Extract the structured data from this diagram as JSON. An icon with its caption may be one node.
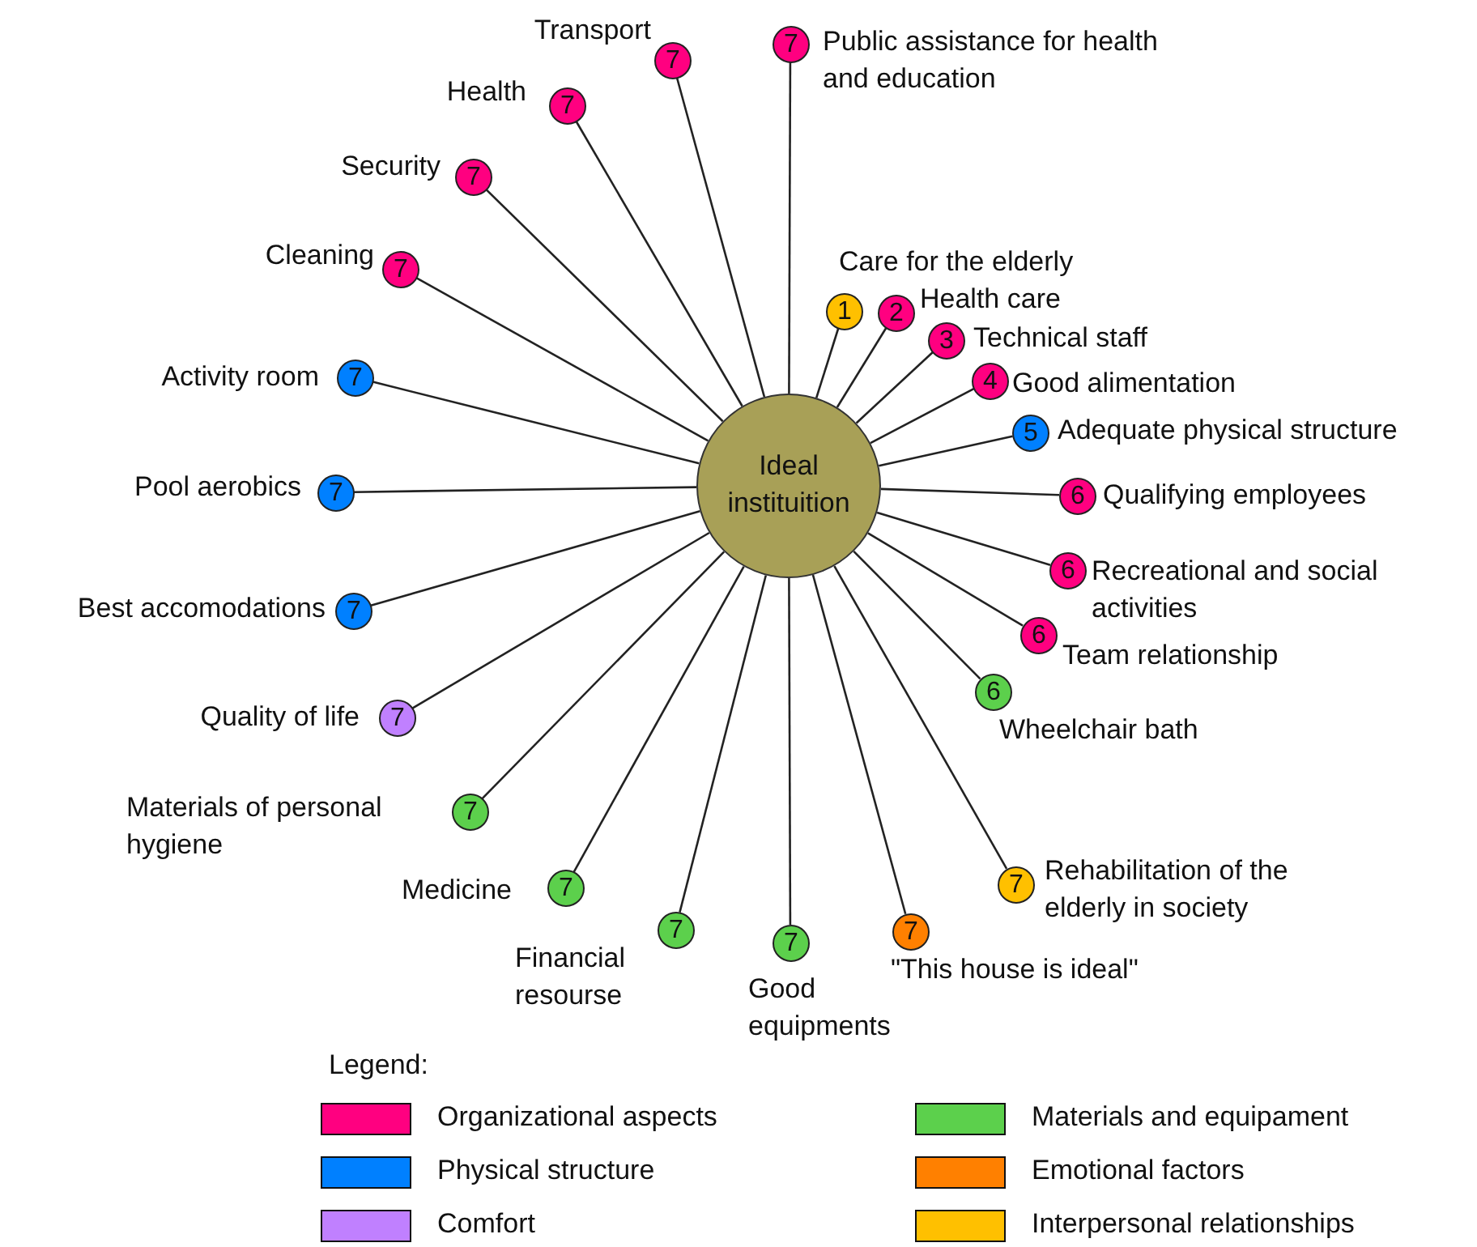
{
  "diagram": {
    "nodes": [
      {
        "text": [
          "Ideal instituition"
        ]
      },
      {
        "text": [
          "7"
        ],
        "beside": [
          "Transport"
        ]
      },
      {
        "text": [
          "7"
        ],
        "beside": [
          "Public assistance for health and education"
        ]
      },
      {
        "text": [
          "1"
        ],
        "beside": [
          "Care for the elderly"
        ]
      },
      {
        "text": [
          "2"
        ],
        "beside": [
          "Health care"
        ]
      },
      {
        "text": [
          "3"
        ],
        "beside": [
          "Technical staff"
        ]
      },
      {
        "text": [
          "4"
        ],
        "beside": [
          "Good alimentation"
        ]
      },
      {
        "text": [
          "5"
        ],
        "beside": [
          "Adequate physical structure"
        ]
      },
      {
        "text": [
          "6"
        ],
        "beside": [
          "Qualifying employees"
        ]
      },
      {
        "text": [
          "6"
        ],
        "beside": [
          "Recreational and social activities"
        ]
      },
      {
        "text": [
          "6"
        ],
        "beside": [
          "Team relationship"
        ]
      },
      {
        "text": [
          "6"
        ],
        "beside": [
          "Wheelchair bath"
        ]
      },
      {
        "text": [
          "7"
        ],
        "beside": [
          "Rehabilitation of the elderly in society"
        ]
      },
      {
        "text": [
          "7"
        ],
        "beside": [
          "\"This house is ideal\""
        ]
      },
      {
        "text": [
          "7"
        ],
        "beside": [
          "Good equipments"
        ]
      },
      {
        "text": [
          "7"
        ],
        "beside": [
          "Financial resourse"
        ]
      },
      {
        "text": [
          "7"
        ],
        "beside": [
          "Medicine"
        ]
      },
      {
        "text": [
          "7"
        ],
        "beside": [
          "Materials of personal hygiene"
        ]
      },
      {
        "text": [
          "7"
        ],
        "beside": [
          "Quality of life"
        ]
      },
      {
        "text": [
          "7"
        ],
        "beside": [
          "Best accomodations"
        ]
      },
      {
        "text": [
          "7"
        ],
        "beside": [
          "Pool aerobics"
        ]
      },
      {
        "text": [
          "7"
        ],
        "beside": [
          "Activity room"
        ]
      },
      {
        "text": [
          "7"
        ],
        "beside": [
          "Cleaning"
        ]
      },
      {
        "text": [
          "7"
        ],
        "beside": [
          "Security"
        ]
      },
      {
        "text": [
          "7"
        ],
        "beside": [
          "Health"
        ]
      }
    ],
    "edges": [
      {
        "from": 0,
        "to": 1,
        "arrow": "none"
      },
      {
        "from": 0,
        "to": 2,
        "arrow": "none"
      },
      {
        "from": 0,
        "to": 3,
        "arrow": "none"
      },
      {
        "from": 0,
        "to": 4,
        "arrow": "none"
      },
      {
        "from": 0,
        "to": 5,
        "arrow": "none"
      },
      {
        "from": 0,
        "to": 6,
        "arrow": "none"
      },
      {
        "from": 0,
        "to": 7,
        "arrow": "none"
      },
      {
        "from": 0,
        "to": 8,
        "arrow": "none"
      },
      {
        "from": 0,
        "to": 9,
        "arrow": "none"
      },
      {
        "from": 0,
        "to": 10,
        "arrow": "none"
      },
      {
        "from": 0,
        "to": 11,
        "arrow": "none"
      },
      {
        "from": 0,
        "to": 12,
        "arrow": "none"
      },
      {
        "from": 0,
        "to": 13,
        "arrow": "none"
      },
      {
        "from": 0,
        "to": 14,
        "arrow": "none"
      },
      {
        "from": 0,
        "to": 15,
        "arrow": "none"
      },
      {
        "from": 0,
        "to": 16,
        "arrow": "none"
      },
      {
        "from": 0,
        "to": 17,
        "arrow": "none"
      },
      {
        "from": 0,
        "to": 18,
        "arrow": "none"
      },
      {
        "from": 0,
        "to": 19,
        "arrow": "none"
      },
      {
        "from": 0,
        "to": 20,
        "arrow": "none"
      },
      {
        "from": 0,
        "to": 21,
        "arrow": "none"
      },
      {
        "from": 0,
        "to": 22,
        "arrow": "none"
      },
      {
        "from": 0,
        "to": 23,
        "arrow": "none"
      },
      {
        "from": 0,
        "to": 24,
        "arrow": "none"
      }
    ],
    "labels": [
      "Legend:"
    ],
    "legend": [
      {
        "text": "Organizational aspects",
        "color": "#ff0080"
      },
      {
        "text": "Physical structure",
        "color": "#0080ff"
      },
      {
        "text": "Comfort",
        "color": "#c080ff"
      },
      {
        "text": "Materials and equipament",
        "color": "#5cd04c"
      },
      {
        "text": "Emotional factors",
        "color": "#ff8000"
      },
      {
        "text": "Interpersonal relationships",
        "color": "#ffc000"
      }
    ]
  }
}
